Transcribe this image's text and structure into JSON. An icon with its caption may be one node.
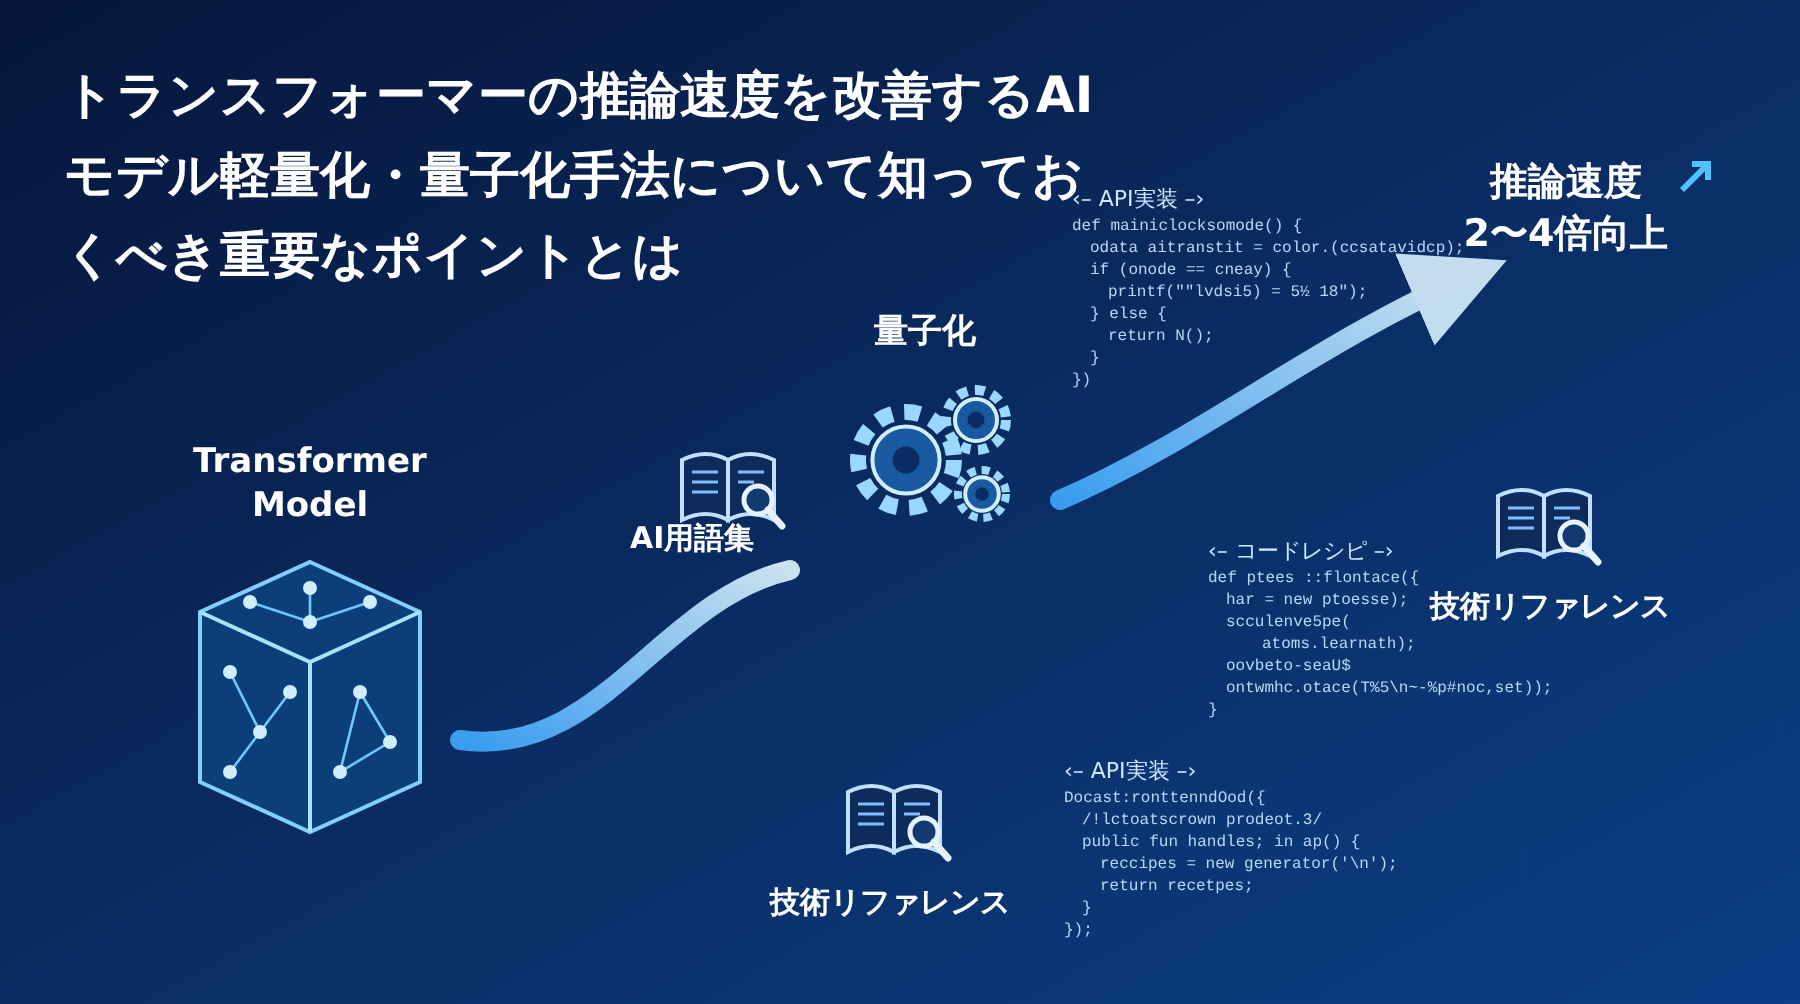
{
  "diagram": {
    "title": "トランスフォーマーの推論速度を改善するAIモデル軽量化・量子化手法について知っておくべき重要なポイントとは",
    "nodes": [
      {
        "text": [
          "Transformer Model"
        ]
      },
      {
        "text": [
          "量子化"
        ]
      },
      {
        "text": [
          "推論速度",
          "2〜4倍向上"
        ]
      }
    ],
    "edges": [
      {
        "from": 0,
        "to": 1,
        "arrow": "none",
        "style": "thick"
      },
      {
        "from": 1,
        "to": 2,
        "arrow": "to",
        "style": "thick"
      }
    ],
    "labels": [
      "AI用語集",
      "技術リファレンス",
      "技術リファレンス",
      "‹– API実装 –›",
      "def mainiclocksomode() {",
      "odata aitranstit = color.(ccsatavidcp);",
      "if (onode == cneay) {",
      "printf(\"\"lvdsi5) = 5½ 18\");",
      "} else {",
      "return N();",
      "}",
      "})",
      "‹– コードレシピ –›",
      "def ptees ::flontace({",
      "har = new ptoesse);",
      "scculenve5pe(",
      "atoms.learnath);",
      "oovbeto-seaU$",
      "ontwmhc.otace(T%5\\n~-%p#noc,set));",
      "}",
      "‹– API実装 –›",
      "Docast:ronttenndOod({",
      "/!lctoatscrown prodeot.3/",
      "public fun handles; in ap() {",
      "reccipes = new generator('\\n');",
      "return recetpes;",
      "}",
      "});"
    ]
  }
}
